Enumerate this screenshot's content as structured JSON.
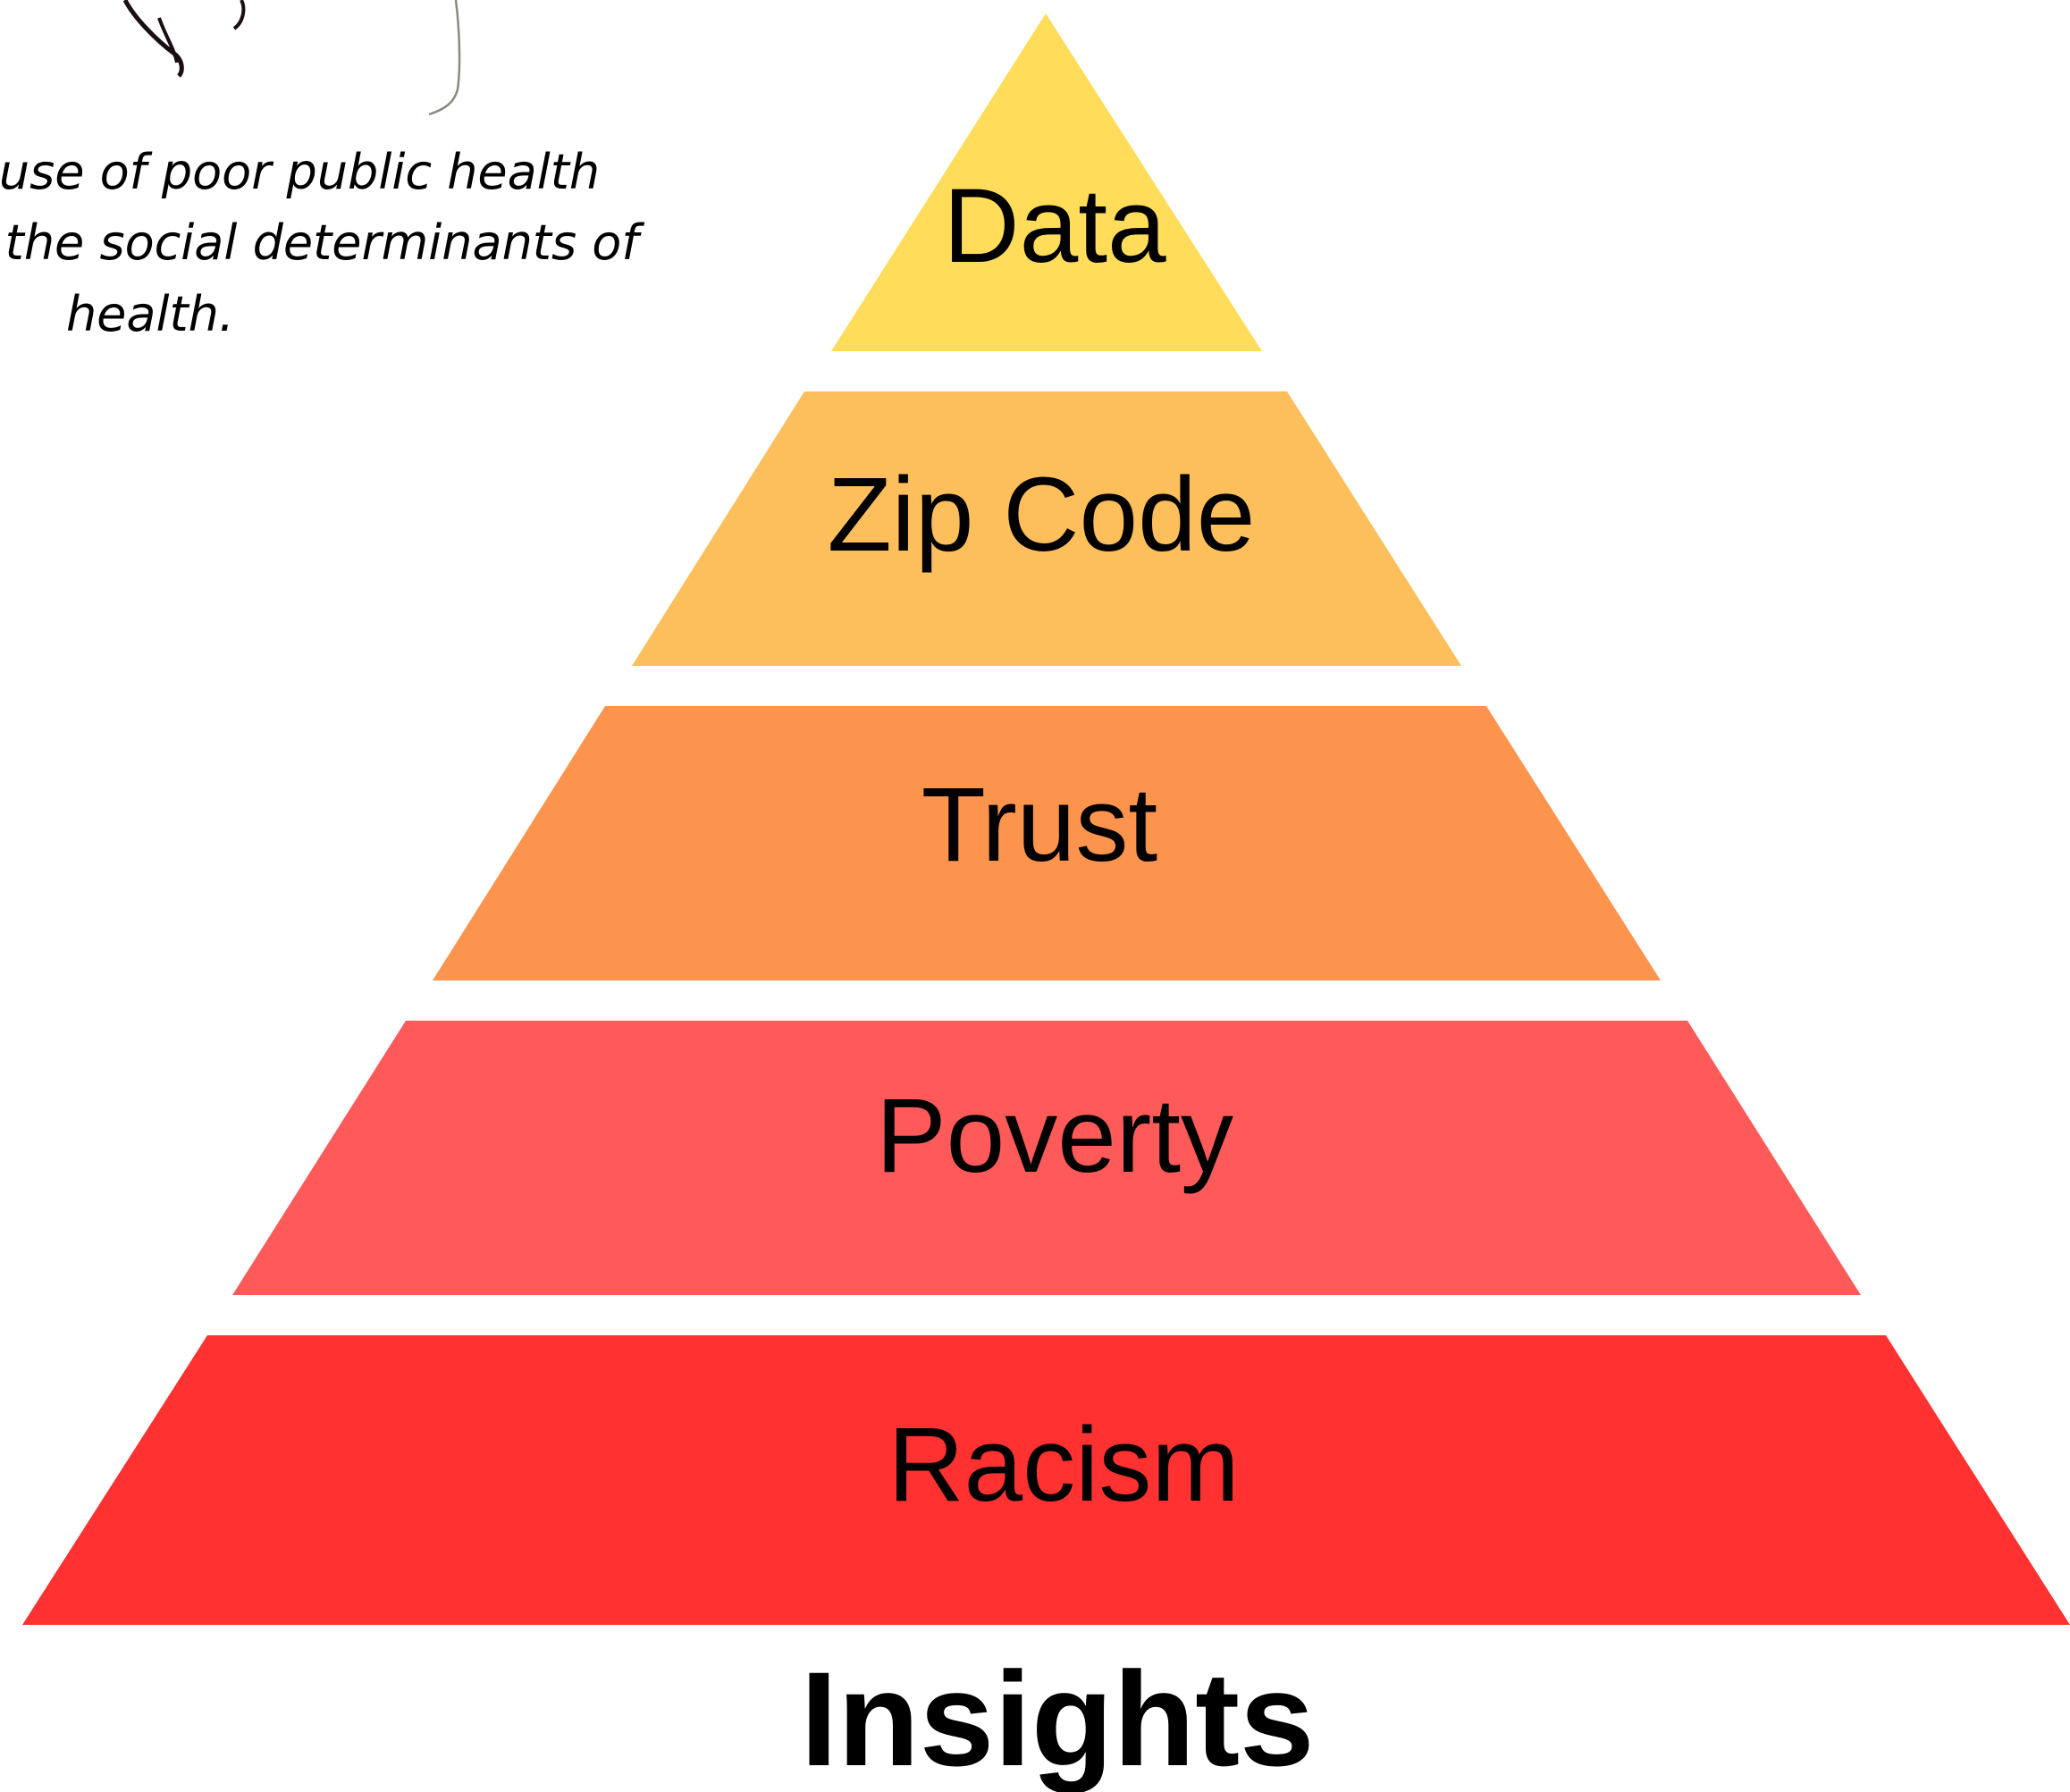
{
  "caption": {
    "lines": [
      "use of poor public health",
      "the social determinants of",
      "health."
    ]
  },
  "pyramid": {
    "levels": [
      {
        "label": "Data",
        "color": "#FFDC5A"
      },
      {
        "label": "Zip Code",
        "color": "#FDBE5C"
      },
      {
        "label": "Trust",
        "color": "#FD944E"
      },
      {
        "label": "Poverty",
        "color": "#FF5A5A"
      },
      {
        "label": "Racism",
        "color": "#FF3131"
      }
    ]
  },
  "footer": {
    "title": "Insights"
  }
}
